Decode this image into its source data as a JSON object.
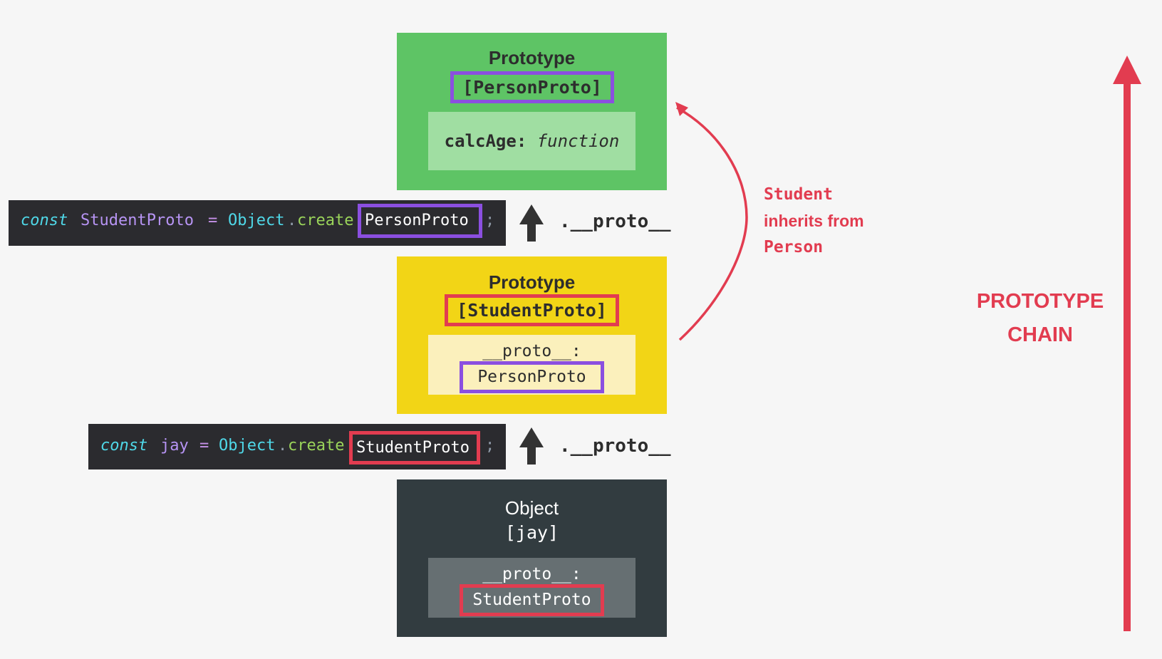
{
  "person_box": {
    "title": "Prototype",
    "name": "[PersonProto]",
    "method_name": "calcAge: ",
    "method_value": "function"
  },
  "student_box": {
    "title": "Prototype",
    "name": "[StudentProto]",
    "proto_label": "__proto__:",
    "proto_value": "PersonProto"
  },
  "jay_box": {
    "title": "Object",
    "name": "[jay]",
    "proto_label": "__proto__:",
    "proto_value": "StudentProto"
  },
  "code1": {
    "keyword": "const",
    "variable": "StudentProto",
    "equals": "=",
    "object": "Object",
    "dot": ".",
    "method": "create",
    "argument": "PersonProto",
    "semicolon": ";"
  },
  "code2": {
    "keyword": "const",
    "variable": "jay",
    "equals": "=",
    "object": "Object",
    "dot": ".",
    "method": "create",
    "argument": "StudentProto",
    "semicolon": ";"
  },
  "proto_link_1": ".__proto__",
  "proto_link_2": ".__proto__",
  "inherit_note": {
    "line1": "Student",
    "line2": "inherits from",
    "line3": "Person"
  },
  "chain_label": {
    "line1": "PROTOTYPE",
    "line2": "CHAIN"
  },
  "colors": {
    "green": "#5ec465",
    "light_green": "#a0dea2",
    "yellow": "#f2d516",
    "light_yellow": "#fbf0bc",
    "dark": "#323c40",
    "dark_inner": "#666f72",
    "purple": "#8b4fe0",
    "red": "#e23c50"
  }
}
